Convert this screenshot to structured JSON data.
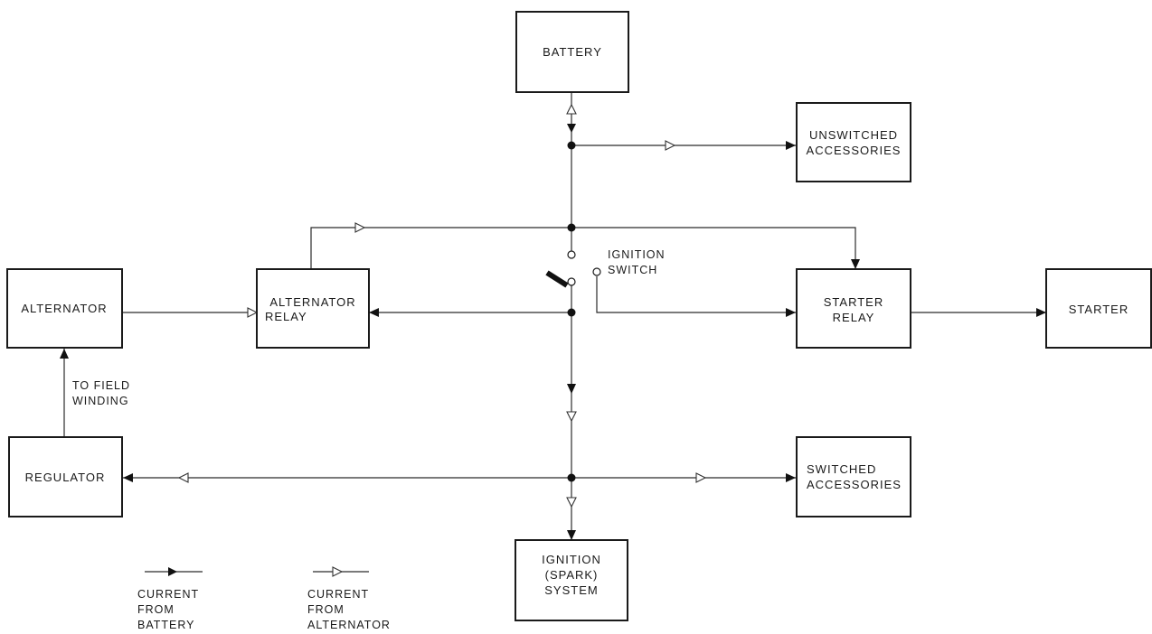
{
  "components": {
    "battery": "BATTERY",
    "unswitched_accessories": [
      "UNSWITCHED",
      "ACCESSORIES"
    ],
    "alternator": "ALTERNATOR",
    "alternator_relay": [
      "ALTERNATOR",
      "RELAY"
    ],
    "starter_relay": [
      "STARTER",
      "RELAY"
    ],
    "starter": "STARTER",
    "regulator": "REGULATOR",
    "switched_accessories": [
      "SWITCHED",
      "ACCESSORIES"
    ],
    "ignition_system": [
      "IGNITION",
      "(SPARK)",
      "SYSTEM"
    ]
  },
  "labels": {
    "ignition_switch": [
      "IGNITION",
      "SWITCH"
    ],
    "to_field_winding": [
      "TO FIELD",
      "WINDING"
    ]
  },
  "legend": {
    "battery_current": [
      "CURRENT",
      "FROM",
      "BATTERY"
    ],
    "alternator_current": [
      "CURRENT",
      "FROM",
      "ALTERNATOR"
    ]
  },
  "colors": {
    "line": "#2b2b2b",
    "box_border": "#1a1a1a",
    "battery_arrow": "#111111",
    "alternator_arrow": "#ffffff"
  }
}
